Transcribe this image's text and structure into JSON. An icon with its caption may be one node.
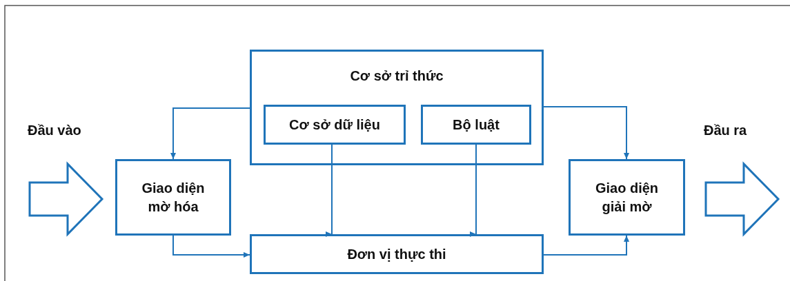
{
  "diagram": {
    "nodes": [
      {
        "text": [
          "Cơ sở trỉ thức"
        ]
      },
      {
        "text": [
          "Cơ sở dữ liệu"
        ],
        "in": 0
      },
      {
        "text": [
          "Bộ luật"
        ],
        "in": 0
      },
      {
        "text": [
          "Giao diện mờ hóa"
        ]
      },
      {
        "text": [
          "Đơn vị thực thi"
        ]
      },
      {
        "text": [
          "Giao diện giải mờ"
        ]
      },
      {
        "text": [
          "Đầu vào"
        ]
      },
      {
        "text": [
          "Đầu ra"
        ]
      }
    ],
    "edges": [
      {
        "from": 0,
        "to": 3,
        "arrow": "to"
      },
      {
        "from": 0,
        "to": 5,
        "arrow": "to"
      },
      {
        "from": 1,
        "to": 4,
        "arrow": "to"
      },
      {
        "from": 2,
        "to": 4,
        "arrow": "to"
      },
      {
        "from": 3,
        "to": 4,
        "arrow": "to"
      },
      {
        "from": 4,
        "to": 5,
        "arrow": "to"
      }
    ]
  }
}
